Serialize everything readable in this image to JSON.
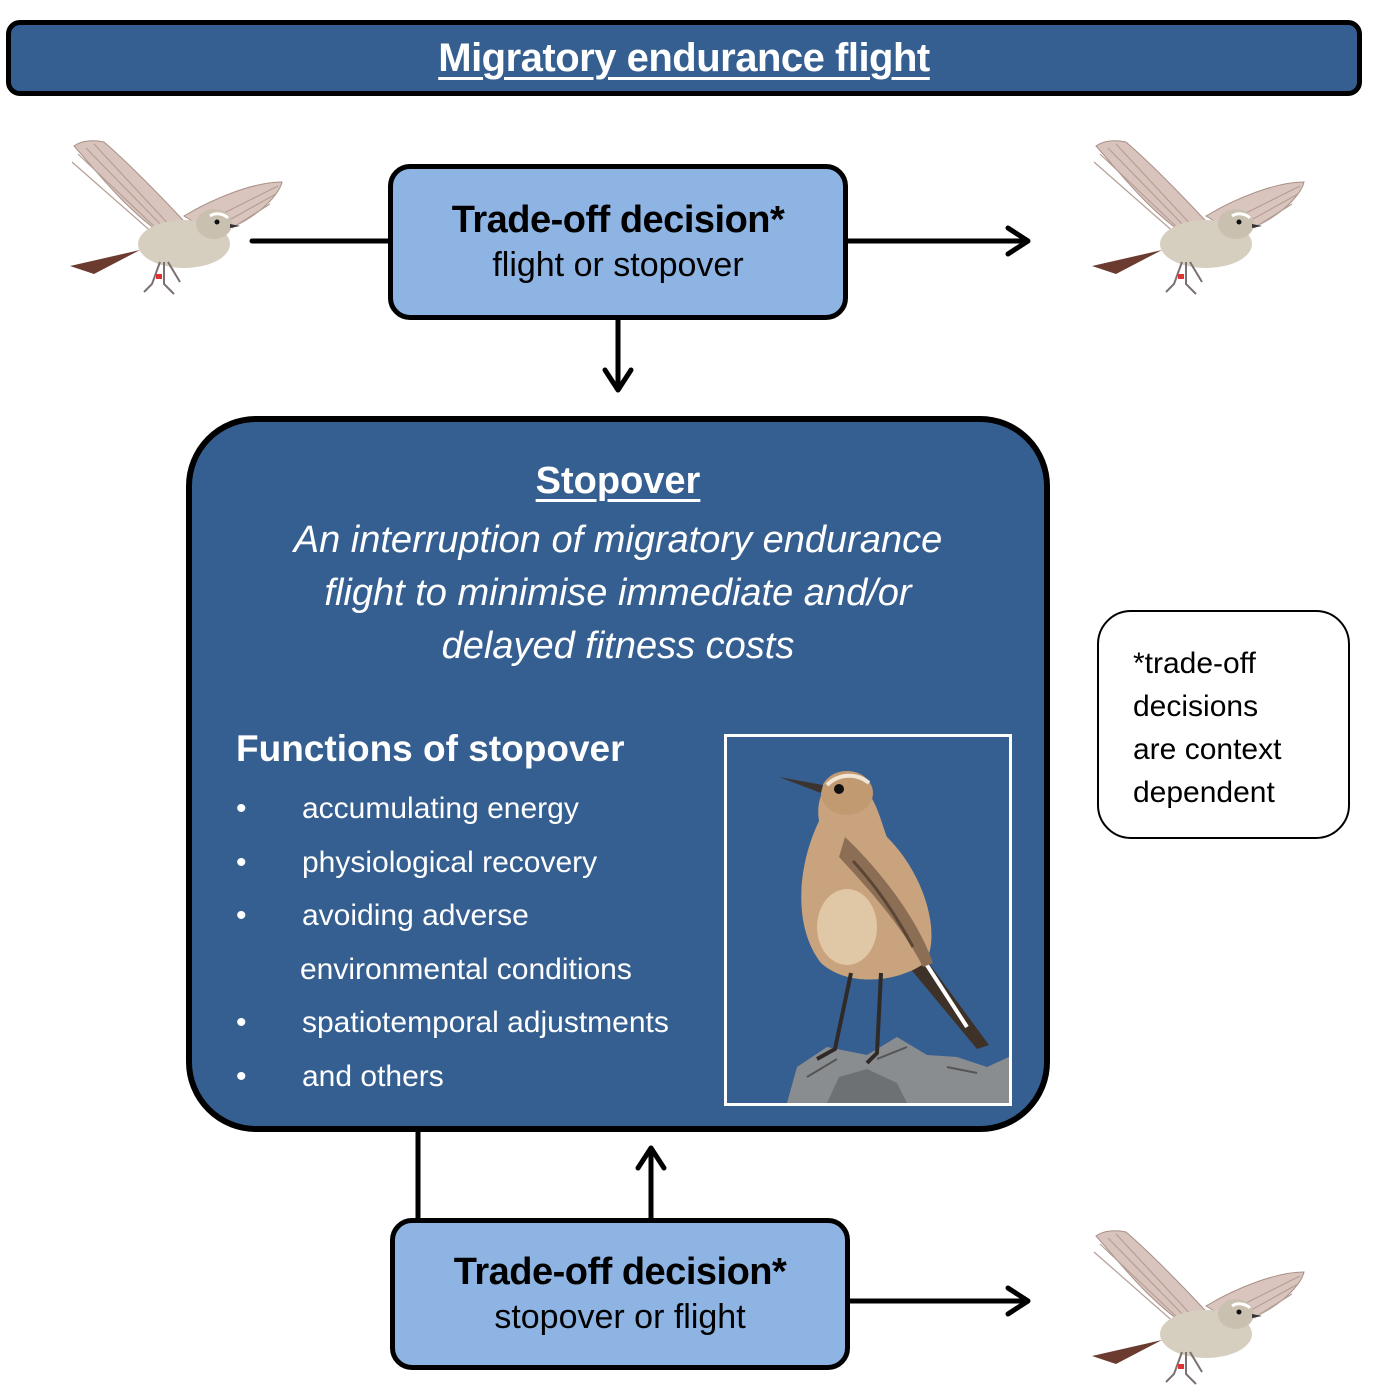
{
  "banner": {
    "title": "Migratory endurance flight"
  },
  "decision_top": {
    "title": "Trade-off decision*",
    "subtitle": "flight or stopover"
  },
  "stopover": {
    "title": "Stopover",
    "definition_lines": [
      "An interruption of migratory endurance",
      "flight to minimise immediate and/or",
      "delayed fitness costs"
    ],
    "functions_title": "Functions of stopover",
    "functions": [
      "accumulating energy",
      "physiological recovery",
      "avoiding adverse",
      "environmental  conditions",
      "spatiotemporal adjustments",
      "and others"
    ],
    "bullet": "•",
    "photo": "perched-wheatear-photo"
  },
  "decision_bottom": {
    "title": "Trade-off decision*",
    "subtitle": "stopover or flight"
  },
  "note": {
    "lines": [
      "*trade-off",
      "decisions",
      "are context",
      "dependent"
    ]
  },
  "colors": {
    "dark_blue": "#365f91",
    "light_blue": "#8eb4e3",
    "outline": "#000000",
    "text_light": "#ffffff"
  },
  "images": {
    "flying_bird": "flying-wheatear",
    "perched_bird": "perched-wheatear"
  }
}
